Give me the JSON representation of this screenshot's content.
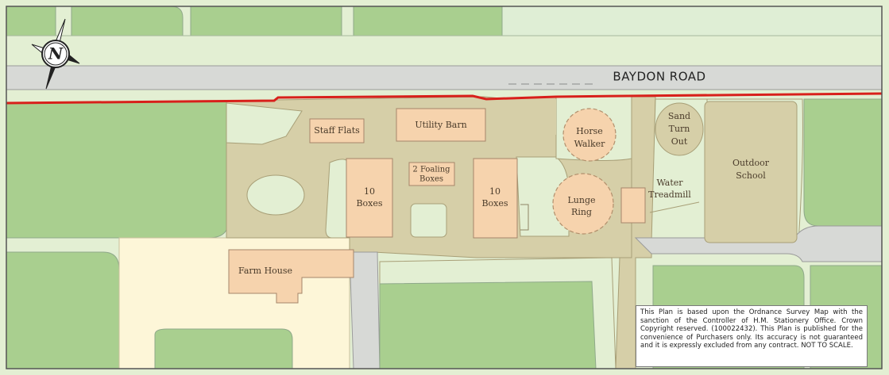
{
  "map": {
    "road_name": "BAYDON ROAD",
    "compass_label": "N",
    "buildings": {
      "staff_flats": "Staff Flats",
      "utility_barn": "Utility Barn",
      "foaling_boxes_line1": "2 Foaling",
      "foaling_boxes_line2": "Boxes",
      "boxes_left_line1": "10",
      "boxes_left_line2": "Boxes",
      "boxes_right_line1": "10",
      "boxes_right_line2": "Boxes",
      "horse_walker_line1": "Horse",
      "horse_walker_line2": "Walker",
      "lunge_ring_line1": "Lunge",
      "lunge_ring_line2": "Ring",
      "sand_turn_out_line1": "Sand",
      "sand_turn_out_line2": "Turn",
      "sand_turn_out_line3": "Out",
      "water_treadmill_line1": "Water",
      "water_treadmill_line2": "Treadmill",
      "outdoor_school_line1": "Outdoor",
      "outdoor_school_line2": "School",
      "farm_house": "Farm House"
    },
    "disclaimer": "This Plan is based upon the Ordnance Survey Map with the sanction of the Controller of H.M. Stationery Office. Crown Copyright reserved. (100022432). This Plan is published for the convenience of Purchasers only. Its accuracy is not guaranteed and it is expressly excluded from any contract.    NOT TO SCALE.",
    "colors": {
      "field_green": "#a9cf8f",
      "pale_green": "#e3efd3",
      "yard_tan": "#d6cfa8",
      "building_peach": "#f6d3ad",
      "road_grey": "#d7d9d6",
      "farm_cream": "#fdf6d8",
      "boundary_red": "#d8201b"
    }
  }
}
